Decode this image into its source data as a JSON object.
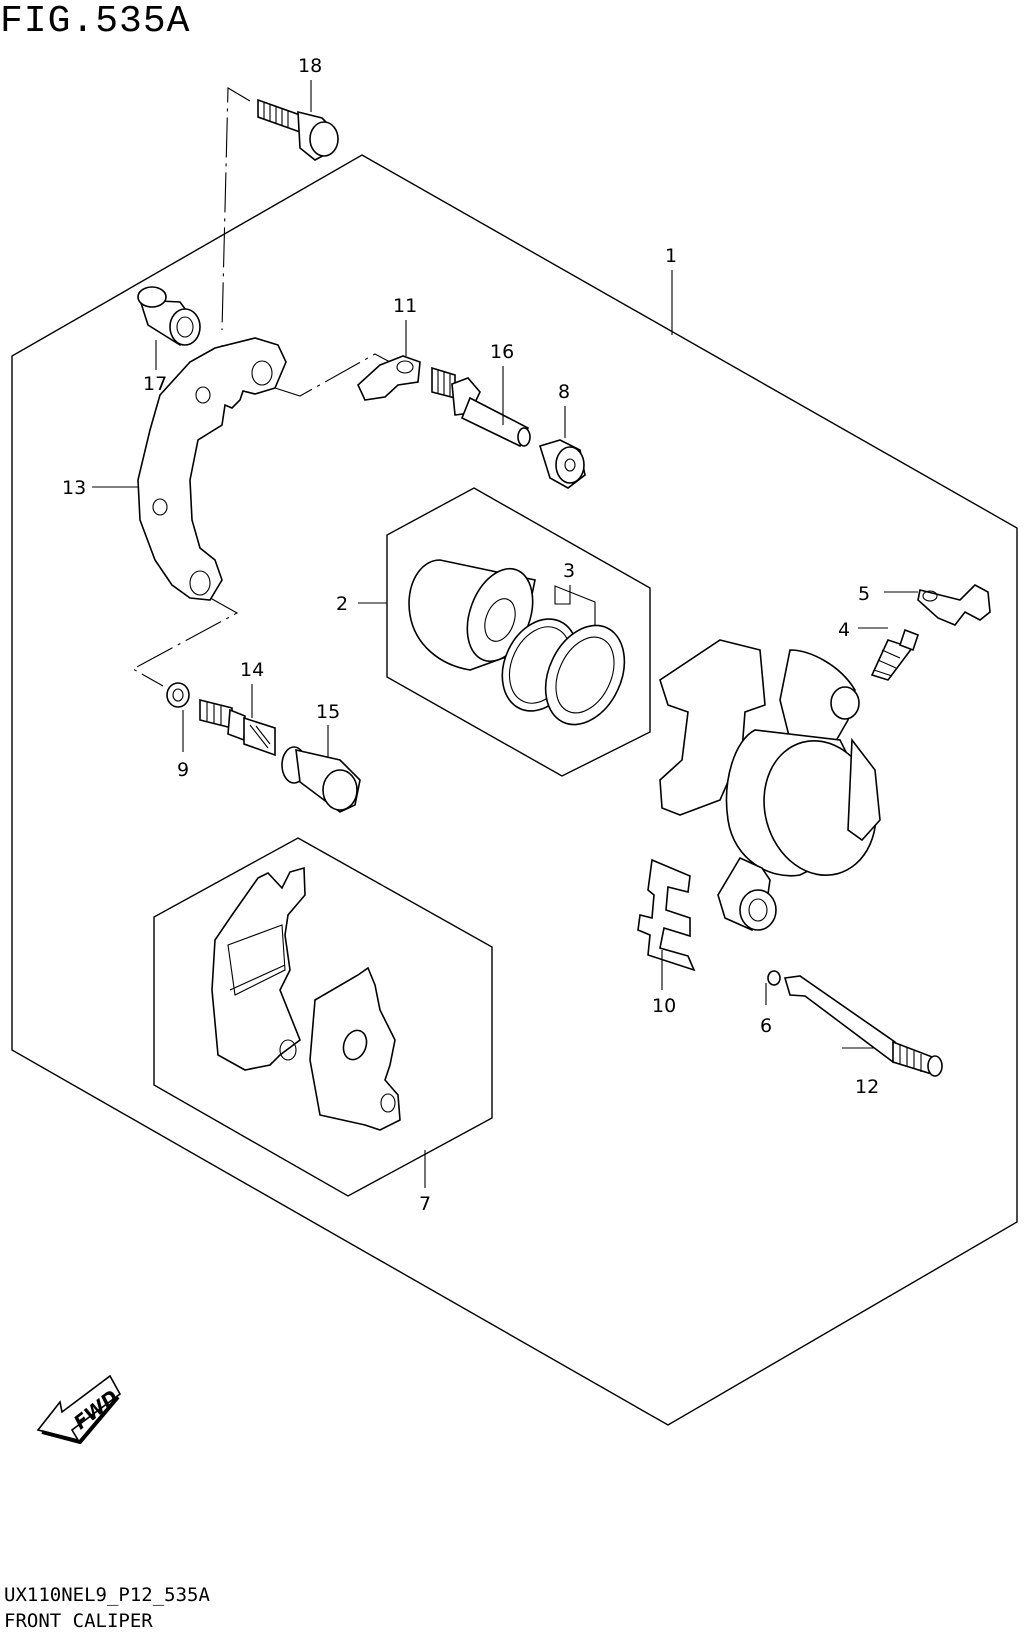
{
  "figure": {
    "title": "FIG.535A",
    "code": "UX110NEL9_P12_535A",
    "caption": "FRONT CALIPER"
  },
  "callouts": [
    "1",
    "2",
    "3",
    "4",
    "5",
    "6",
    "7",
    "8",
    "9",
    "10",
    "11",
    "12",
    "13",
    "14",
    "15",
    "16",
    "17",
    "18"
  ],
  "fwd_label": "FWD"
}
